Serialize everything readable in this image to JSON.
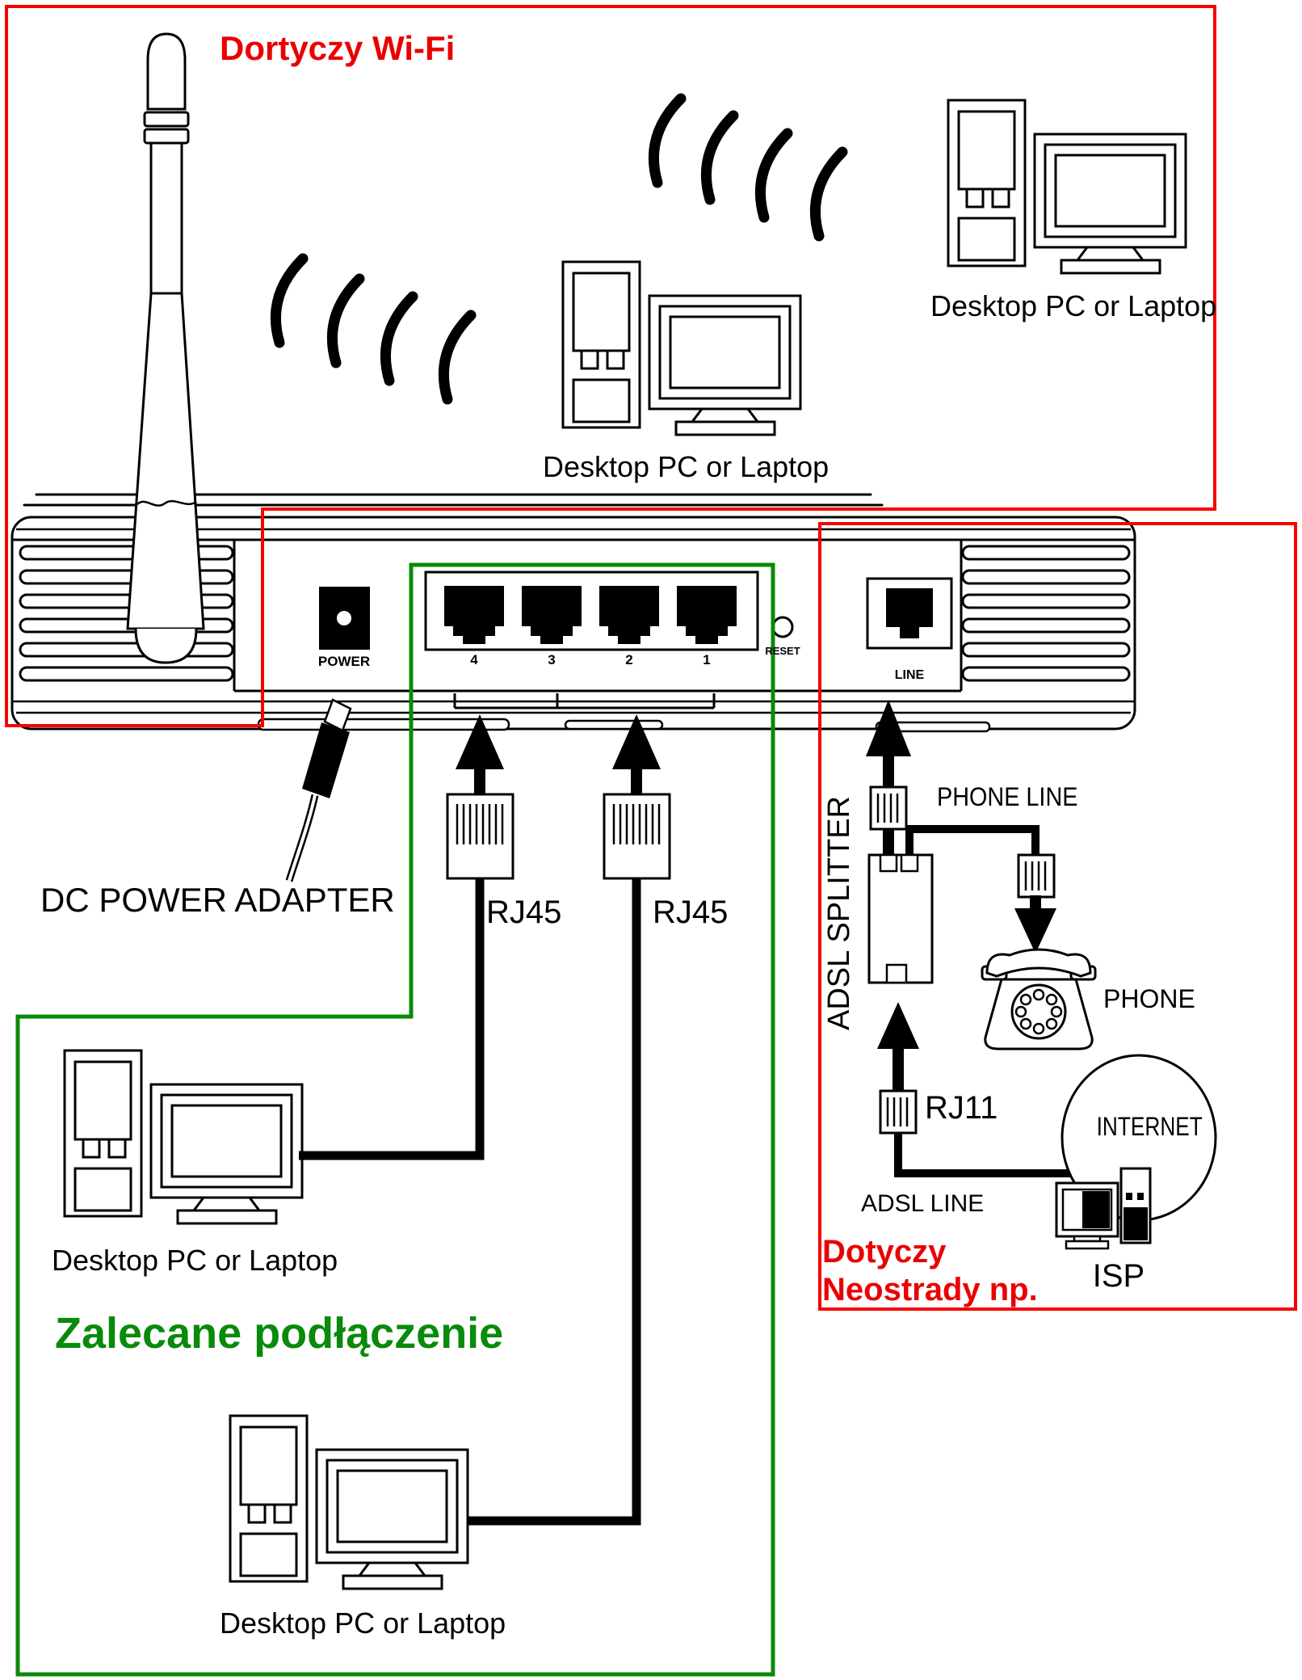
{
  "wifi_zone": {
    "title": "Dortyczy Wi-Fi"
  },
  "labels": {
    "desktop_pc": "Desktop PC or Laptop",
    "dc_power_adapter": "DC POWER ADAPTER",
    "rj45": "RJ45",
    "rj11": "RJ11",
    "adsl_splitter": "ADSL SPLITTER",
    "phone_line": "PHONE LINE",
    "phone": "PHONE",
    "adsl_line": "ADSL LINE",
    "internet": "INTERNET",
    "isp": "ISP"
  },
  "router": {
    "power": "POWER",
    "port4": "4",
    "port3": "3",
    "port2": "2",
    "port1": "1",
    "reset": "RESET",
    "line": "LINE"
  },
  "annotations": {
    "recommended": "Zalecane podłączenie",
    "neostrada_line1": "Dotyczy",
    "neostrada_line2": "Neostrady np."
  },
  "colors": {
    "red": "#f60000",
    "red_text": "#ea0000",
    "green": "#0a8a0a",
    "black": "#000000"
  }
}
